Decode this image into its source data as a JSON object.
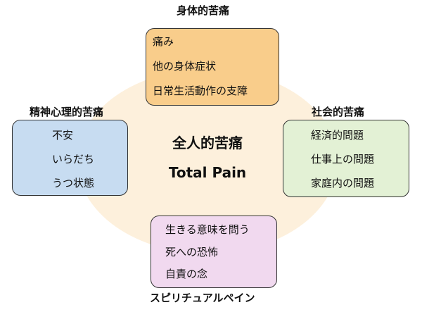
{
  "center": {
    "title_ja": "全人的苦痛",
    "title_en": "Total Pain"
  },
  "physical": {
    "heading": "身体的苦痛",
    "items": [
      "痛み",
      "他の身体症状",
      "日常生活動作の支障"
    ],
    "fill_color": "#f9cd8b"
  },
  "mental": {
    "heading": "精神心理的苦痛",
    "items": [
      "不安",
      "いらだち",
      "うつ状態"
    ],
    "fill_color": "#c7dcf1"
  },
  "social": {
    "heading": "社会的苦痛",
    "items": [
      "経済的問題",
      "仕事上の問題",
      "家庭内の問題"
    ],
    "fill_color": "#e3f1d5"
  },
  "spiritual": {
    "heading": "スピリチュアルペイン",
    "items": [
      "生きる意味を問う",
      "死への恐怖",
      "自責の念"
    ],
    "fill_color": "#f1d9ef"
  },
  "background_color": "#fdf0dc"
}
